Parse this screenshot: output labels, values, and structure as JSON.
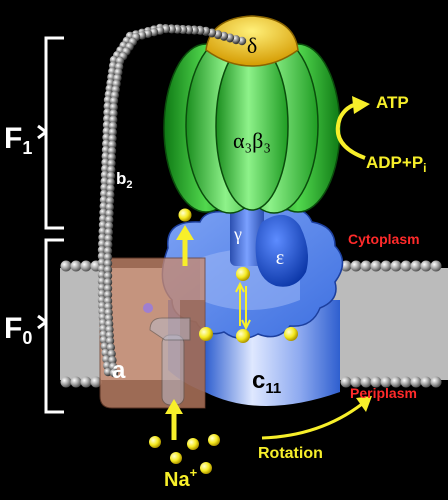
{
  "labels": {
    "f1": "F",
    "f1_sub": "1",
    "f0": "F",
    "f0_sub": "0",
    "delta": "δ",
    "alpha3beta3": "α₃β₃",
    "b2": "b",
    "b2_sub": "2",
    "gamma": "γ",
    "epsilon": "ε",
    "a": "a",
    "c11": "c",
    "c11_sub": "11",
    "atp": "ATP",
    "adp_pi": "ADP+P",
    "adp_pi_sub": "i",
    "cytoplasm": "Cytoplasm",
    "periplasm": "Periplasm",
    "rotation": "Rotation",
    "na": "Na",
    "na_sup": "+"
  },
  "colors": {
    "background": "#000000",
    "alpha_beta": "#28b82c",
    "alpha_beta_light": "#7cf07a",
    "delta": "#f2c40e",
    "ion": "#f7ef2a",
    "c_ring": "#5b86e8",
    "c_ring_light": "#c8d8ff",
    "epsilon": "#1a55d6",
    "a_subunit": "#b8806a",
    "membrane_label": "#ff2a2a",
    "lipid": "#b8b8b8"
  }
}
